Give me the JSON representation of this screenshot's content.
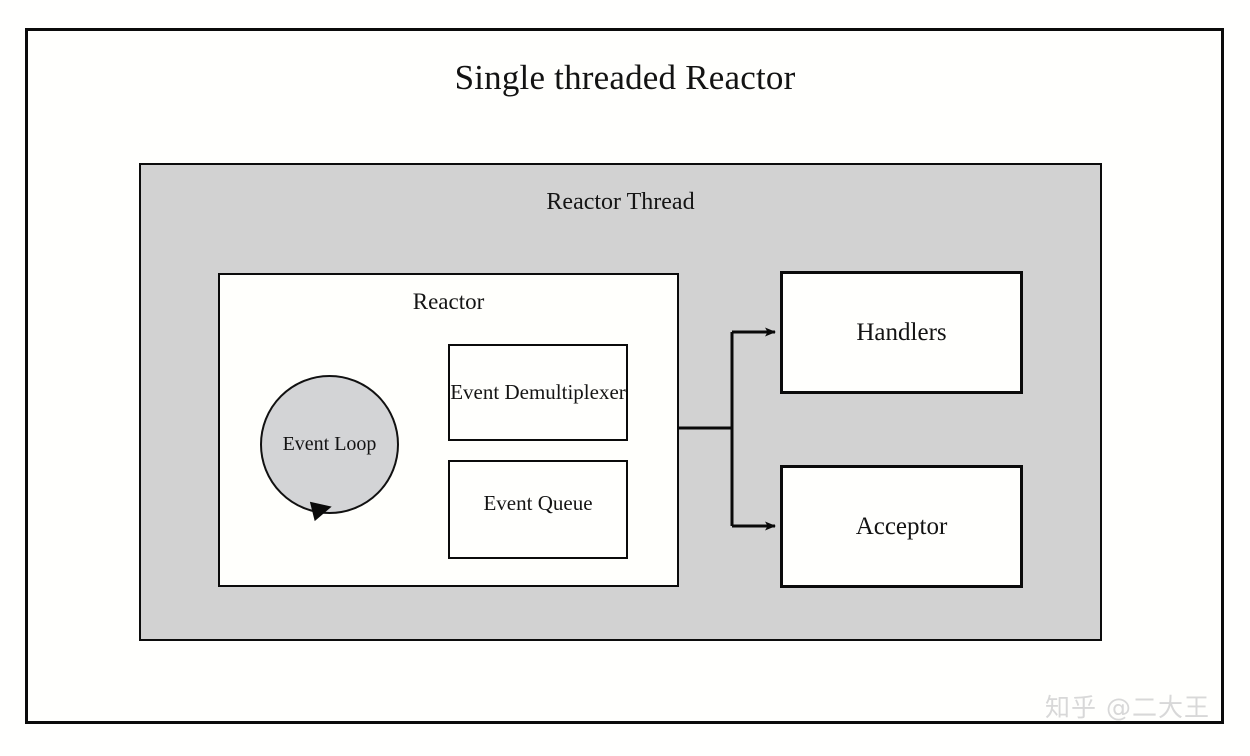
{
  "diagram": {
    "title": "Single threaded Reactor",
    "container": {
      "label": "Reactor Thread",
      "fill_color": "#d2d2d2",
      "border_color": "#0c0c0c"
    },
    "reactor": {
      "label": "Reactor",
      "fill_color": "#fffffc",
      "border_color": "#0b0b0b",
      "event_loop": {
        "label": "Event Loop",
        "fill_color": "#d3d4d6",
        "border_color": "#111111",
        "arrow_icon": "loop-arrowhead-icon"
      },
      "components": [
        {
          "label": "Event Demultiplexer"
        },
        {
          "label": "Event Queue"
        }
      ]
    },
    "targets": [
      {
        "label": "Handlers"
      },
      {
        "label": "Acceptor"
      }
    ],
    "connectors": [
      {
        "from": "Reactor",
        "to": "Handlers",
        "style": "elbow-arrow"
      },
      {
        "from": "Reactor",
        "to": "Acceptor",
        "style": "elbow-arrow"
      }
    ],
    "frame_color": "#0b0b0b",
    "background_color": "#fffffe"
  },
  "watermark": {
    "text": "知乎 @二大王",
    "color": "#d8d8d8"
  }
}
